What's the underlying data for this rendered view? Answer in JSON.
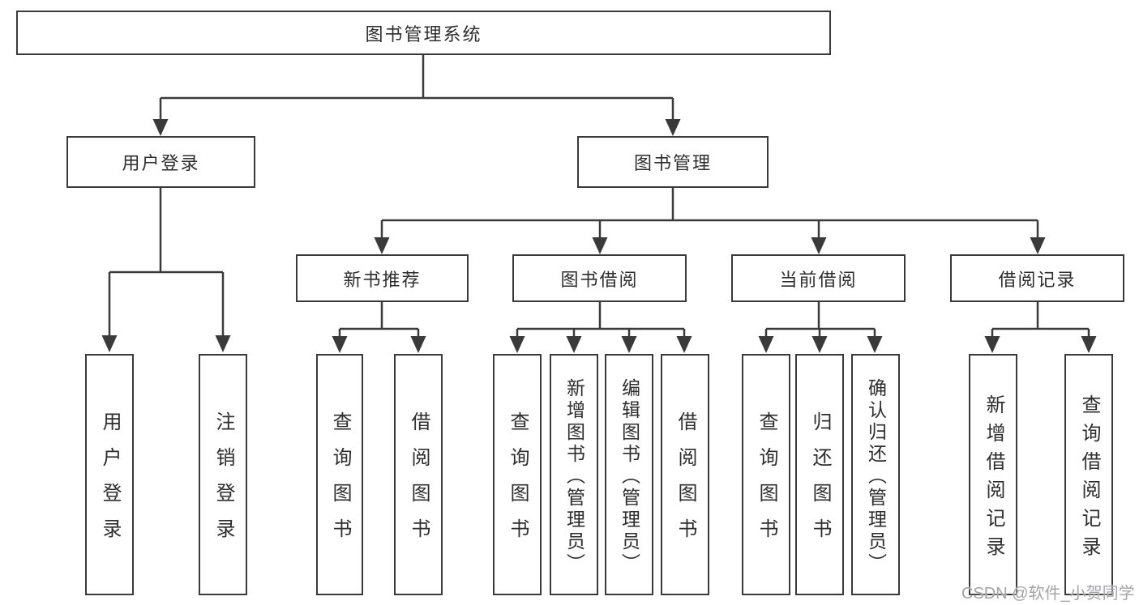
{
  "diagram": {
    "title": "图书管理系统",
    "nodes": {
      "root": "图书管理系统",
      "user_login": "用户登录",
      "book_mgmt": "图书管理",
      "new_book_rec": "新书推荐",
      "book_borrow": "图书借阅",
      "current_borrow": "当前借阅",
      "borrow_record": "借阅记录"
    },
    "leaves": {
      "user_login": [
        "用户登录",
        "注销登录"
      ],
      "new_book_rec": [
        "查询图书",
        "借阅图书"
      ],
      "book_borrow": [
        "查询图书",
        "新增图书（管理员）",
        "编辑图书（管理员）",
        "借阅图书"
      ],
      "current_borrow": [
        "查询图书",
        "归还图书",
        "确认归还（管理员）"
      ],
      "borrow_record": [
        "新增借阅记录",
        "查询借阅记录"
      ]
    }
  },
  "watermark": "CSDN @软件_小贺同学",
  "colors": {
    "line": "#3a3a3a",
    "box_border": "#3a3a3a",
    "box_fill": "#ffffff",
    "text": "#2d2d2d",
    "watermark": "#a4a4a8"
  }
}
